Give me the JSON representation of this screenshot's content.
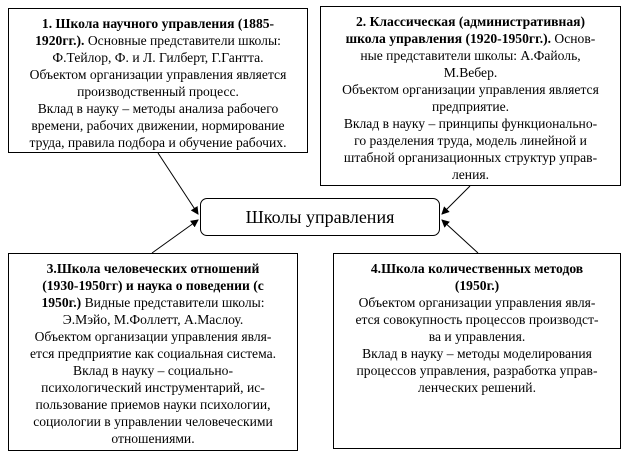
{
  "center": {
    "label": "Школы управления"
  },
  "boxes": [
    {
      "lines": [
        {
          "b": "1. Школа научного управления (1885-",
          "t": ""
        },
        {
          "b": "1920гг.).",
          "t": " Основные представители школы:"
        },
        {
          "b": "",
          "t": "Ф.Тейлор, Ф. и Л. Гилберт, Г.Гантта."
        },
        {
          "b": "",
          "t": "Объектом организации управления является"
        },
        {
          "b": "",
          "t": "производственный процесс."
        },
        {
          "b": "",
          "t": "Вклад в науку – методы анализа рабочего"
        },
        {
          "b": "",
          "t": "времени, рабочих движении, нормирование"
        },
        {
          "b": "",
          "t": "труда, правила подбора и обучение рабочих."
        }
      ]
    },
    {
      "lines": [
        {
          "b": "2. Классическая (административная)",
          "t": ""
        },
        {
          "b": "школа управления (1920-1950гг.).",
          "t": " Основ-"
        },
        {
          "b": "",
          "t": "ные представители школы: А.Файоль,"
        },
        {
          "b": "",
          "t": "М.Вебер."
        },
        {
          "b": "",
          "t": "Объектом организации управления является"
        },
        {
          "b": "",
          "t": "предприятие."
        },
        {
          "b": "",
          "t": "Вклад в науку – принципы функционально-"
        },
        {
          "b": "",
          "t": "го разделения труда, модель линейной и"
        },
        {
          "b": "",
          "t": "штабной организационных структур управ-"
        },
        {
          "b": "",
          "t": "ления."
        }
      ]
    },
    {
      "lines": [
        {
          "b": "3.Школа человеческих отношений",
          "t": ""
        },
        {
          "b": "(1930-1950гг) и наука о поведении (с",
          "t": ""
        },
        {
          "b": "1950г.)",
          "t": " Видные представители школы:"
        },
        {
          "b": "",
          "t": "Э.Мэйо, М.Фоллетт, А.Маслоу."
        },
        {
          "b": "",
          "t": "Объектом организации управления явля-"
        },
        {
          "b": "",
          "t": "ется предприятие как социальная система."
        },
        {
          "b": "",
          "t": "Вклад в науку – социально-"
        },
        {
          "b": "",
          "t": "психологический инструментарий, ис-"
        },
        {
          "b": "",
          "t": "пользование приемов науки психологии,"
        },
        {
          "b": "",
          "t": "социологии в управлении человеческими"
        },
        {
          "b": "",
          "t": "отношениями."
        }
      ]
    },
    {
      "lines": [
        {
          "b": "4.Школа количественных методов",
          "t": ""
        },
        {
          "b": "(1950г.)",
          "t": ""
        },
        {
          "b": "",
          "t": "Объектом организации управления явля-"
        },
        {
          "b": "",
          "t": "ется совокупность процессов производст-"
        },
        {
          "b": "",
          "t": "ва и управления."
        },
        {
          "b": "",
          "t": "Вклад в науку – методы моделирования"
        },
        {
          "b": "",
          "t": "процессов управления, разработка управ-"
        },
        {
          "b": "",
          "t": "ленческих решений."
        }
      ]
    }
  ]
}
